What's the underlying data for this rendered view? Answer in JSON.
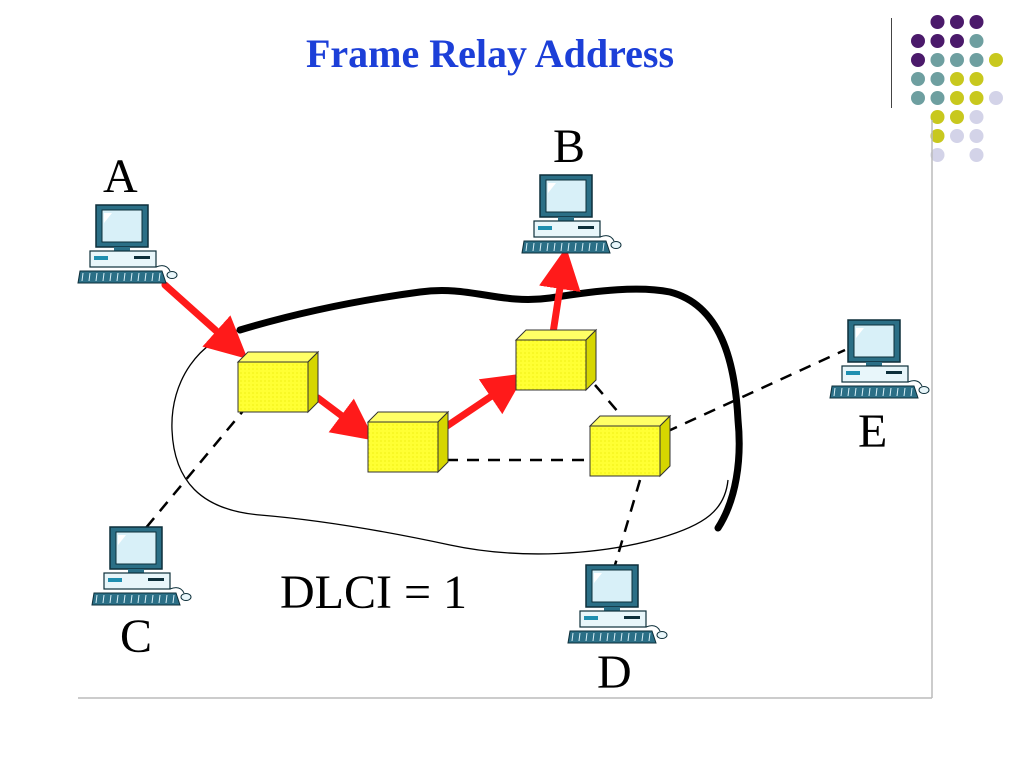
{
  "slide": {
    "title": "Frame Relay Address",
    "colors": {
      "title": "#1c3fd8",
      "arrow": "#ff1a1a",
      "switch": "#ffff33",
      "dot_purple": "#4b1a6b",
      "dot_teal": "#6e9fa0",
      "dot_yellow": "#c8c81e",
      "dot_lavender": "#d3d3e8"
    }
  },
  "diagram": {
    "caption": "DLCI = 1",
    "nodes": [
      {
        "id": "A",
        "label": "A"
      },
      {
        "id": "B",
        "label": "B"
      },
      {
        "id": "C",
        "label": "C"
      },
      {
        "id": "D",
        "label": "D"
      },
      {
        "id": "E",
        "label": "E"
      }
    ],
    "icons": {
      "computer": "computer-icon",
      "switch": "frame-relay-switch-icon"
    }
  }
}
